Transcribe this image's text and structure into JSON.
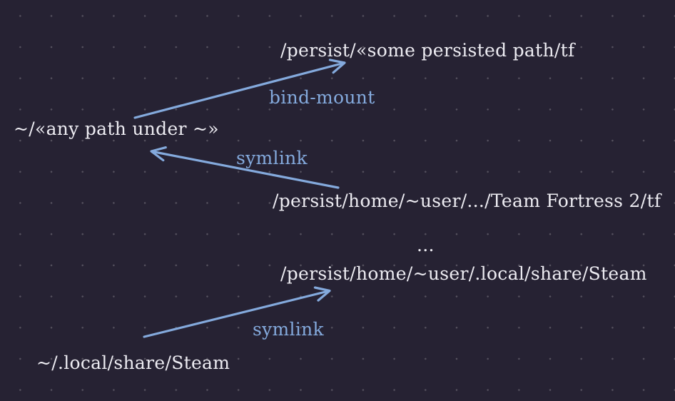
{
  "diagram": {
    "colors": {
      "background": "#262233",
      "grid_dot": "#56525f",
      "arrow": "#84aadd",
      "path_text": "#edecf2"
    },
    "nodes": {
      "persist_some_path": "/persist/«some persisted path/tf",
      "any_path_under_home": "~/«any path under ~»",
      "persist_team_fortress": "/persist/home/~user/.../Team Fortress 2/tf",
      "ellipsis": "...",
      "persist_steam": "/persist/home/~user/.local/share/Steam",
      "home_steam": "~/.local/share/Steam"
    },
    "edge_labels": {
      "bind_mount": "bind-mount",
      "symlink_top": "symlink",
      "symlink_bottom": "symlink"
    }
  }
}
